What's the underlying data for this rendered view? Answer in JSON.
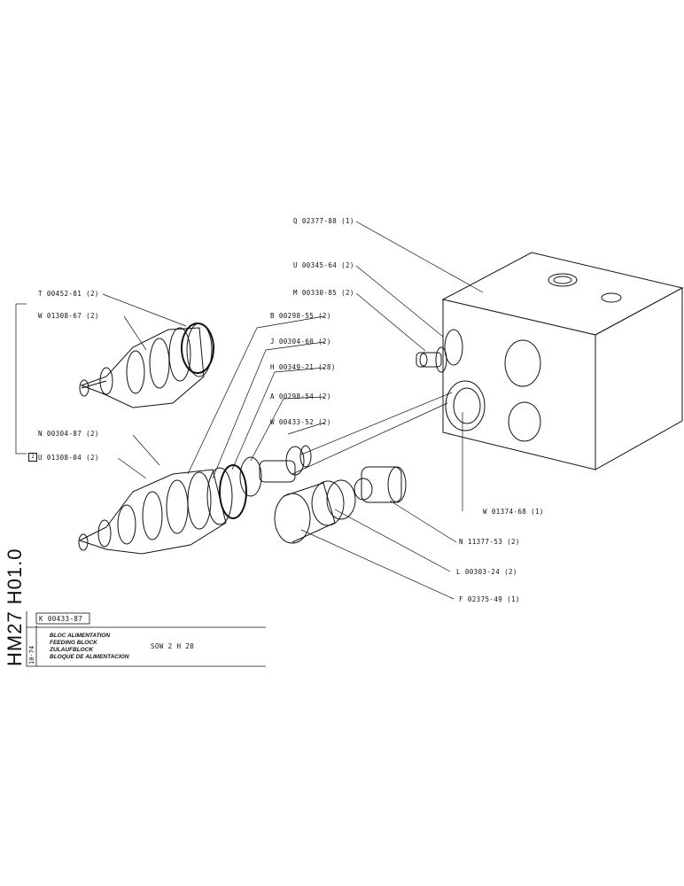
{
  "sheet": {
    "vertical_code": "HM27 H01.0",
    "date_code": "10-74",
    "doc_code": "K 00433-87",
    "titles": [
      "BLOC ALIMENTATION",
      "FEEDING BLOCK",
      "ZULAUFBLOCK",
      "BLOQUE DE ALIMENTACION"
    ],
    "model": "SOW 2 H 20"
  },
  "parts": [
    {
      "id": "Q",
      "label": "Q 02377-88 (1)"
    },
    {
      "id": "U",
      "label": "U 00345-64 (2)"
    },
    {
      "id": "M",
      "label": "M 00330-85 (2)"
    },
    {
      "id": "T",
      "label": "T 00452-81 (2)"
    },
    {
      "id": "W1",
      "label": "W 01308-67 (2)"
    },
    {
      "id": "B",
      "label": "B 00298-55 (2)"
    },
    {
      "id": "J",
      "label": "J 00304-60 (2)"
    },
    {
      "id": "H",
      "label": "H 00349-21 (28)"
    },
    {
      "id": "A",
      "label": "A 00298-54 (2)"
    },
    {
      "id": "W2",
      "label": "W 00433-52 (2)"
    },
    {
      "id": "N1",
      "label": "N 00304-87 (2)"
    },
    {
      "id": "U2",
      "label": "U 01308-04 (2)"
    },
    {
      "id": "W3",
      "label": "W 01374-68 (1)"
    },
    {
      "id": "N2",
      "label": "N 11377-53 (2)"
    },
    {
      "id": "L",
      "label": "L 00303-24 (2)"
    },
    {
      "id": "F",
      "label": "F 02375-49 (1)"
    }
  ],
  "kit_marker": "2"
}
